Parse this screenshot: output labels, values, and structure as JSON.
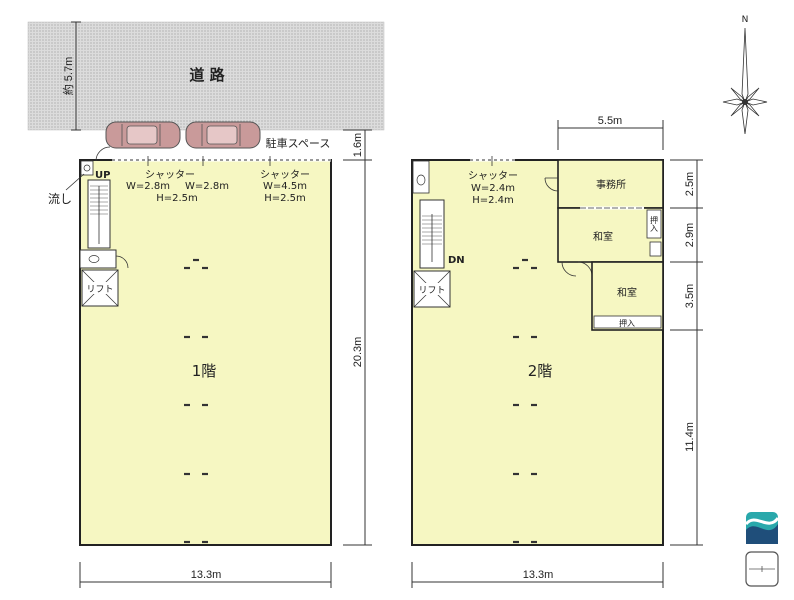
{
  "road": {
    "label": "道 路",
    "width_label": "約 5.7m"
  },
  "floor1": {
    "label": "1階",
    "parking_label": "駐車スペース",
    "up_label": "UP",
    "sink_label": "流し",
    "lift_label": "リフト",
    "shutters": [
      {
        "label": "シャッター",
        "dims": "W=2.8m"
      },
      {
        "label": "",
        "dims": "W=2.8m"
      },
      {
        "label": "シャッター",
        "dims": "W=4.5m"
      }
    ],
    "shutter_height_1": "H=2.5m",
    "shutter_height_2": "H=2.5m",
    "width_label": "13.3m",
    "depth_label": "20.3m",
    "setback_label": "1.6m"
  },
  "floor2": {
    "label": "2階",
    "dn_label": "DN",
    "lift_label": "リフト",
    "shutter_label": "シャッター",
    "shutter_dims": "W=2.4m",
    "shutter_height": "H=2.4m",
    "rooms": {
      "office": "事務所",
      "washitsu_1": "和室",
      "washitsu_2": "和室",
      "closet_1": "押入",
      "closet_2": "押入"
    },
    "width_label": "13.3m",
    "top_width_label": "5.5m",
    "dims_right": [
      "2.5m",
      "2.9m",
      "3.5m",
      "11.4m"
    ]
  },
  "compass": {
    "label": "N"
  },
  "colors": {
    "floor": "#f6f7c2",
    "wall": "#222222",
    "road": "#d8d8d8",
    "logo_teal": "#29a8ab",
    "logo_navy": "#1f4e7a"
  }
}
